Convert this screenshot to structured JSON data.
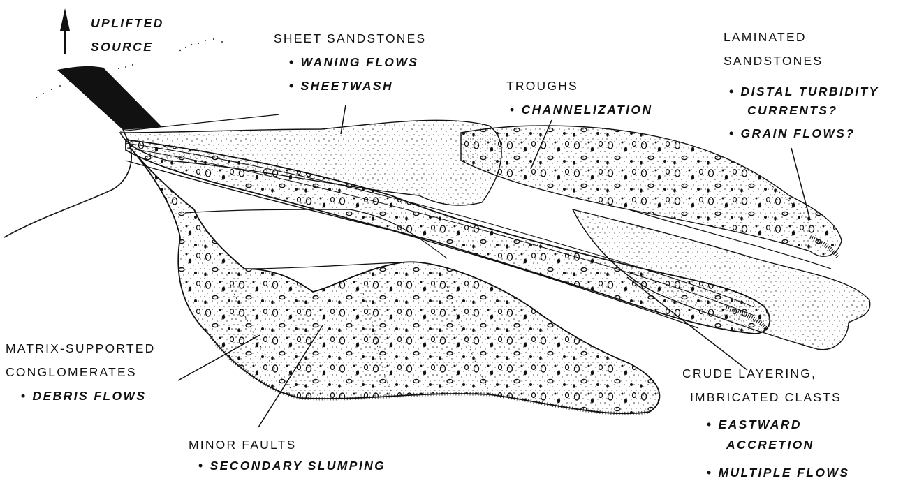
{
  "labels": {
    "uplifted_source": [
      "UPLIFTED",
      "SOURCE"
    ],
    "sheet_sandstones": {
      "title": "SHEET  SANDSTONES",
      "items": [
        "WANING FLOWS",
        "SHEETWASH"
      ]
    },
    "troughs": {
      "title": "TROUGHS",
      "items": [
        "CHANNELIZATION"
      ]
    },
    "laminated_sandstones": {
      "title": [
        "LAMINATED",
        "SANDSTONES"
      ],
      "items": [
        [
          "DISTAL TURBIDITY",
          "CURRENTS?"
        ],
        "GRAIN FLOWS?"
      ]
    },
    "matrix_supported": {
      "title": [
        "MATRIX-SUPPORTED",
        "CONGLOMERATES"
      ],
      "items": [
        "DEBRIS FLOWS"
      ]
    },
    "minor_faults": {
      "title": "MINOR FAULTS",
      "items": [
        "SECONDARY  SLUMPING"
      ]
    },
    "crude_layering": {
      "title": [
        "CRUDE LAYERING,",
        "IMBRICATED CLASTS"
      ],
      "items": [
        [
          "EASTWARD",
          "ACCRETION"
        ],
        "MULTIPLE FLOWS"
      ]
    }
  }
}
